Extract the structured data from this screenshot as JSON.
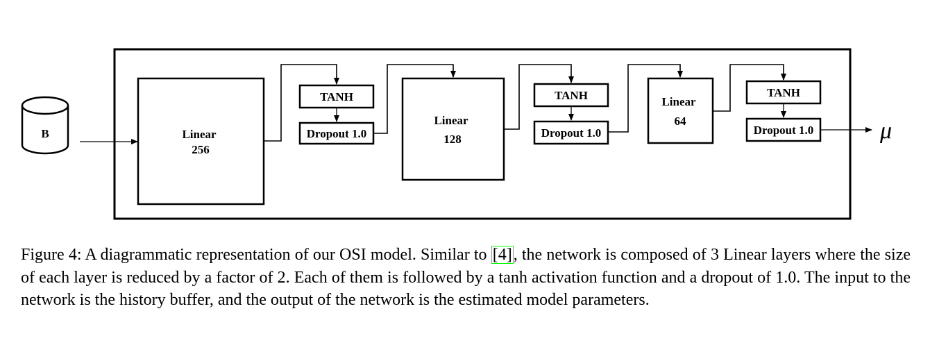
{
  "diagram": {
    "input": {
      "label": "B"
    },
    "layers": [
      {
        "linear_name": "Linear",
        "linear_size": "256",
        "activation": "TANH",
        "dropout": "Dropout 1.0"
      },
      {
        "linear_name": "Linear",
        "linear_size": "128",
        "activation": "TANH",
        "dropout": "Dropout 1.0"
      },
      {
        "linear_name": "Linear",
        "linear_size": "64",
        "activation": "TANH",
        "dropout": "Dropout 1.0"
      }
    ],
    "output": {
      "label": "μ"
    }
  },
  "caption": {
    "before_cite": "Figure 4: A diagrammatic representation of our OSI model. Similar to ",
    "cite": "[4]",
    "after_cite": ", the network is composed of 3 Linear layers where the size of each layer is reduced by a factor of 2. Each of them is followed by a tanh activation function and a dropout of 1.0. The input to the network is the history buffer, and the output of the network is the estimated model parameters."
  },
  "colors": {
    "stroke": "#000000",
    "citation_border": "#00ff00"
  }
}
